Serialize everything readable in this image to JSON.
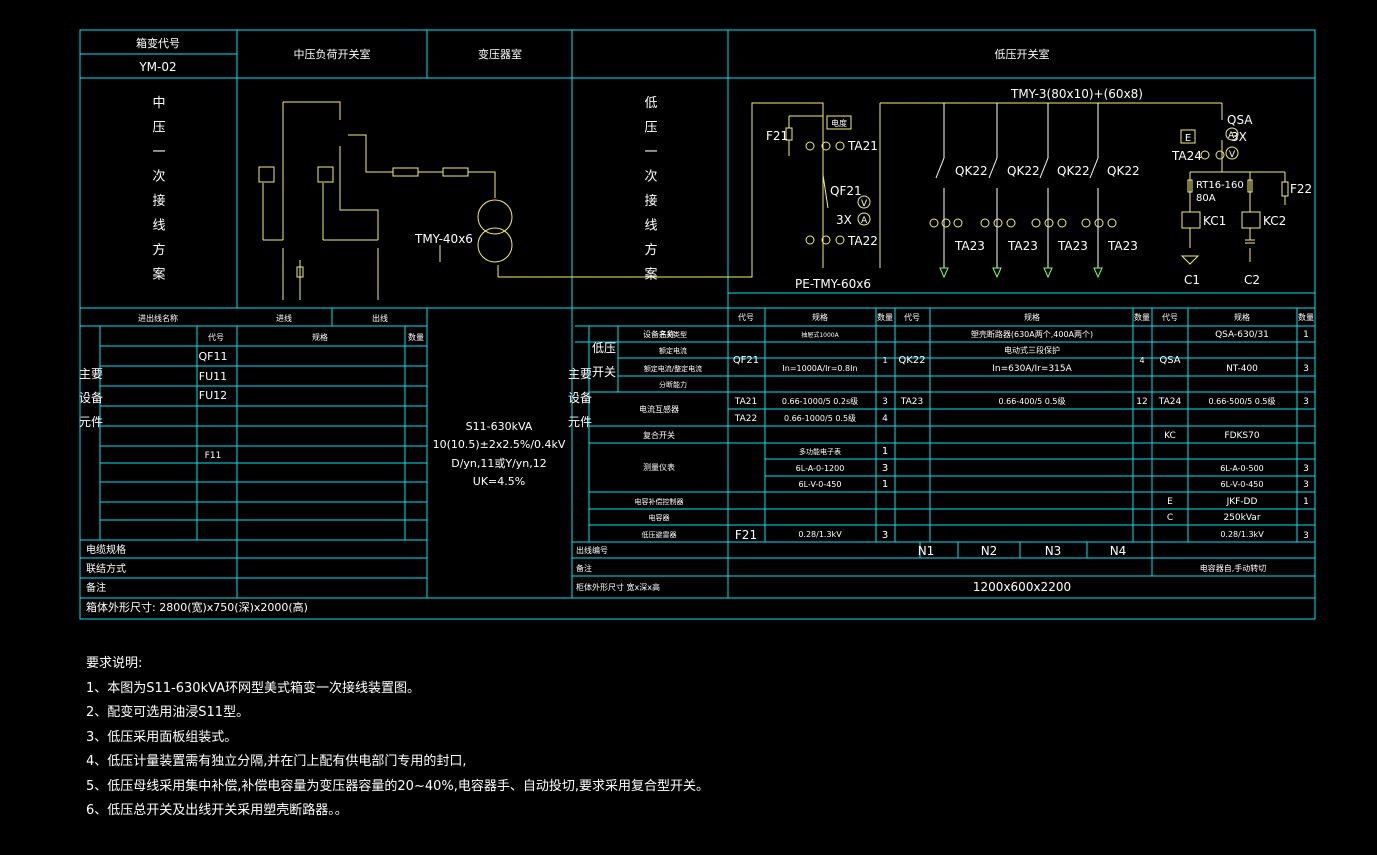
{
  "colors": {
    "background": "#000000",
    "frame": "#00e5ee",
    "wire": "#f2ef6a",
    "text": "#ffffff",
    "bus_green": "#7dff6a"
  },
  "header": {
    "code_label": "箱变代号",
    "code_value": "YM-02",
    "mv_room": "中压负荷开关室",
    "transformer_room": "变压器室",
    "lv_room": "低压开关室"
  },
  "left_vertical_label": [
    "中",
    "压",
    "一",
    "次",
    "接",
    "线",
    "方",
    "案"
  ],
  "mid_vertical_label": [
    "低",
    "压",
    "一",
    "次",
    "接",
    "线",
    "方",
    "案"
  ],
  "diagram": {
    "tmy40": "TMY-40x6",
    "bus_main": "TMY-3(80x10)+(60x8)",
    "pe_bus": "PE-TMY-60x6",
    "f21": "F21",
    "meter": "电度",
    "ta21": "TA21",
    "qf21": "QF21",
    "three_x": "3X",
    "ta22": "TA22",
    "qk22": [
      "QK22",
      "QK22",
      "QK22",
      "QK22"
    ],
    "ta23": [
      "TA23",
      "TA23",
      "TA23",
      "TA23"
    ],
    "qsa": "QSA",
    "ta24": "TA24",
    "e_box": "E",
    "fuse": "RT16-160",
    "fuse_amp": "80A",
    "kc_label": "KC1",
    "kc2": "KC2",
    "f22": "F22",
    "c1": "C1",
    "c2": "C2",
    "v_sym": "V",
    "a_sym": "A"
  },
  "mv_table": {
    "header_scheme": "进出线名称",
    "incoming": "进线",
    "outgoing": "出线",
    "col_code": "代号",
    "col_spec": "规格",
    "col_qty": "数量",
    "section": "主要设备元件",
    "codes": [
      "QF11",
      "FU11",
      "FU12",
      "",
      "",
      "F11",
      "",
      ""
    ],
    "cable": "电缆规格",
    "connection": "联结方式",
    "remark": "备注"
  },
  "transformer": {
    "model": "S11-630kVA",
    "ratio": "10(10.5)±2x2.5%/0.4kV",
    "vector": "D/yn,11或Y/yn,12",
    "uk": "UK=4.5%"
  },
  "lv_table": {
    "col_name": "设备名称",
    "col_code": "代号",
    "col_spec": "规格",
    "col_qty": "数量",
    "section": "主要设备元件",
    "sub_section": "低压开关",
    "rows_breaker": [
      "开关类型",
      "额定电流",
      "额定电流/整定电流",
      "分断能力"
    ],
    "qf21": "QF21",
    "qf21_spec": [
      "抽屉式1000A",
      "",
      "In=1000A/Ir=0.8In",
      ""
    ],
    "qf21_qty": "1",
    "qk22": "QK22",
    "qk22_spec": [
      "塑壳断路器(630A两个,400A两个)",
      "电动式三段保护",
      "In=630A/Ir=315A"
    ],
    "qk22_qty": "4",
    "qsa": "QSA",
    "qsa_spec": [
      "QSA-630/31",
      "",
      "NT-400"
    ],
    "qsa_qty": [
      "1",
      "",
      "3"
    ],
    "ct": "电流互感器",
    "ta21": "TA21",
    "ta21_spec": "0.66-1000/5    0.2s级",
    "ta21_qty": "3",
    "ta22": "TA22",
    "ta22_spec": "0.66-1000/5    0.5级",
    "ta22_qty": "4",
    "ta23": "TA23",
    "ta23_spec": "0.66-400/5    0.5级",
    "ta23_qty": "12",
    "ta24": "TA24",
    "ta24_spec": "0.66-500/5    0.5级",
    "ta24_qty": "3",
    "compound": "复合开关",
    "kc": "KC",
    "kc_spec": "FDKS70",
    "meter": "测量仪表",
    "meter_spec": [
      "多功能电子表",
      "6L-A-0-1200",
      "6L-V-0-450"
    ],
    "meter_qty": [
      "1",
      "3",
      "1"
    ],
    "meter_spec2": [
      "",
      "6L-A-0-500",
      "6L-V-0-450"
    ],
    "meter_qty2": [
      "",
      "3",
      "3"
    ],
    "cap_ctrl": "电容补偿控制器",
    "e": "E",
    "e_spec": "JKF-DD",
    "e_qty": "1",
    "capacitor": "电容器",
    "c": "C",
    "c_spec": "250kVar",
    "arrester": "低压避雷器",
    "f21": "F21",
    "f21_spec": "0.28/1.3kV",
    "f21_qty": "3",
    "f22_spec": "0.28/1.3kV",
    "f22_qty": "3",
    "line_no": "出线编号",
    "n_labels": [
      "N1",
      "N2",
      "N3",
      "N4"
    ],
    "remark": "备注",
    "remark_right": "电容器自,手动转切",
    "cabinet_size_label": "柜体外形尺寸  宽x深x高",
    "cabinet_size": "1200x600x2200"
  },
  "box_size": "箱体外形尺寸: 2800(宽)x750(深)x2000(高)",
  "notes": {
    "title": "要求说明:",
    "items": [
      "1、本图为S11-630kVA环网型美式箱变一次接线装置图。",
      "2、配变可选用油浸S11型。",
      "3、低压采用面板组装式。",
      "4、低压计量装置需有独立分隔,并在门上配有供电部门专用的封口,",
      "5、低压母线采用集中补偿,补偿电容量为变压器容量的20~40%,电容器手、自动投切,要求采用复合型开关。",
      "6、低压总开关及出线开关采用塑壳断路器。。"
    ]
  }
}
